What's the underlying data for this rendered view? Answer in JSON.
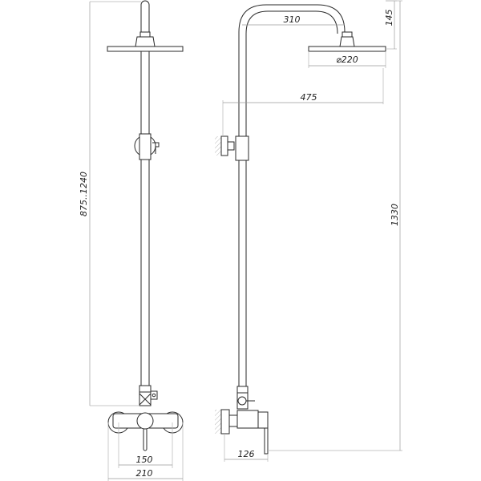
{
  "drawing": {
    "subject": "Shower column with wall mixer — technical drawing",
    "views": [
      "front-view",
      "side-view"
    ]
  },
  "dimensions": {
    "arm_reach": "310",
    "head_height": "145",
    "head_diameter": "⌀220",
    "wall_to_head": "475",
    "column_height_range": "875..1240",
    "total_height": "1330",
    "inlet_spacing": "150",
    "mixer_width": "210",
    "mixer_depth": "126"
  },
  "colors": {
    "line": "#2a2a2a",
    "dimension_line": "#9a9a9a",
    "background": "#ffffff"
  }
}
